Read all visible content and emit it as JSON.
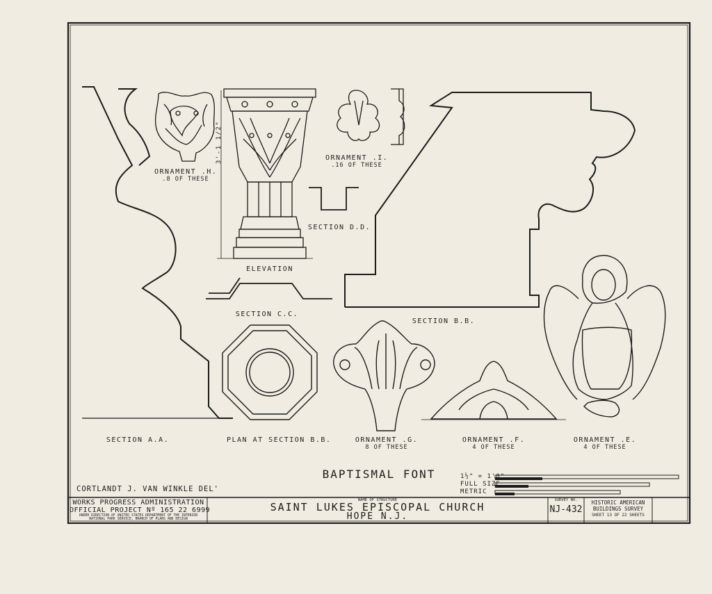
{
  "drawing": {
    "title": "BAPTISMAL FONT",
    "delineator": "CORTLANDT J. VAN WINKLE DEL'",
    "labels": {
      "ornament_h": "ORNAMENT .H.",
      "ornament_h_count": ".8 OF THESE",
      "ornament_i": "ORNAMENT .I.",
      "ornament_i_count": ".16 OF THESE",
      "elevation": "ELEVATION",
      "section_dd": "SECTION D.D.",
      "section_cc": "SECTION C.C.",
      "section_bb": "SECTION B.B.",
      "section_aa": "SECTION A.A.",
      "plan": "PLAN AT SECTION B.B.",
      "ornament_g": "ORNAMENT .G.",
      "ornament_g_count": "8 OF THESE",
      "ornament_f": "ORNAMENT .F.",
      "ornament_f_count": "4 OF THESE",
      "ornament_e": "ORNAMENT .E.",
      "ornament_e_count": "4 OF THESE",
      "height_dim": "3'-1 1/2\""
    },
    "scales": {
      "scale_1": "1½\" = 1'0\"",
      "scale_2": "FULL SIZE",
      "scale_3": "METRIC"
    }
  },
  "title_block": {
    "agency_line1": "WORKS PROGRESS ADMINISTRATION",
    "agency_line2": "OFFICIAL PROJECT Nº 165 22 6999",
    "agency_line3": "UNDER DIRECTION OF UNITED STATES DEPARTMENT OF THE INTERIOR",
    "agency_line4": "NATIONAL PARK SERVICE, BRANCH OF PLANS AND DESIGN",
    "structure_caption": "NAME OF STRUCTURE",
    "structure_name": "SAINT LUKES EPISCOPAL CHURCH",
    "location": "HOPE N.J.",
    "survey_caption": "SURVEY NO.",
    "survey_no": "NJ-432",
    "habs_line1": "HISTORIC AMERICAN",
    "habs_line2": "BUILDINGS SURVEY",
    "sheet_info": "SHEET 13 OF 22 SHEETS"
  }
}
